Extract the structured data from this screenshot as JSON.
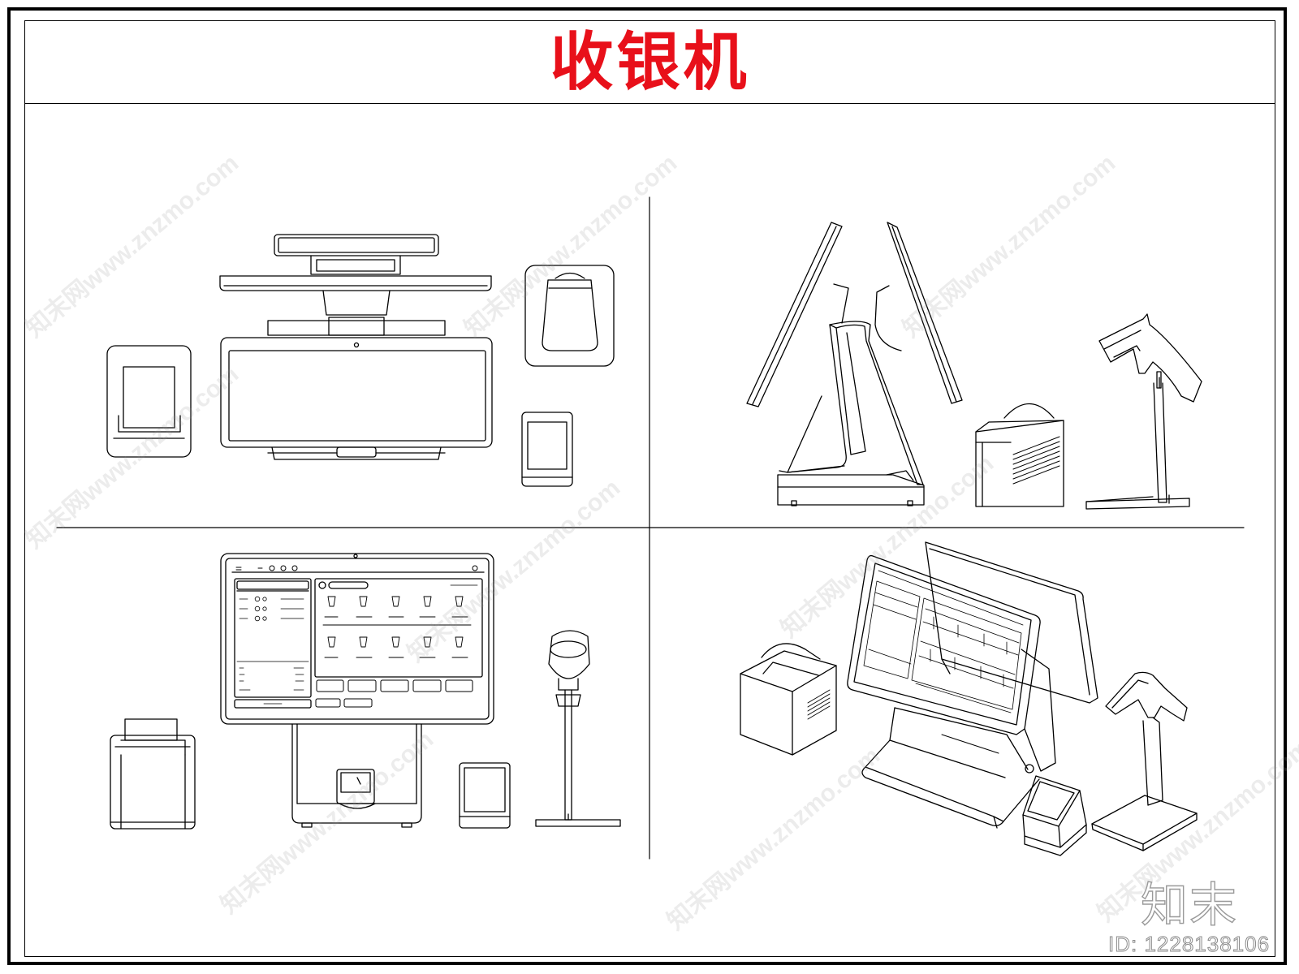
{
  "title": "收银机",
  "brand_logo": "知末",
  "id_label": "ID: 1228138106",
  "watermark": "知末网www.znzmo.com",
  "colors": {
    "title": "#e8101a",
    "line": "#000000",
    "frame": "#000000"
  },
  "views": [
    "top-left",
    "top-right",
    "bottom-left",
    "bottom-right"
  ]
}
